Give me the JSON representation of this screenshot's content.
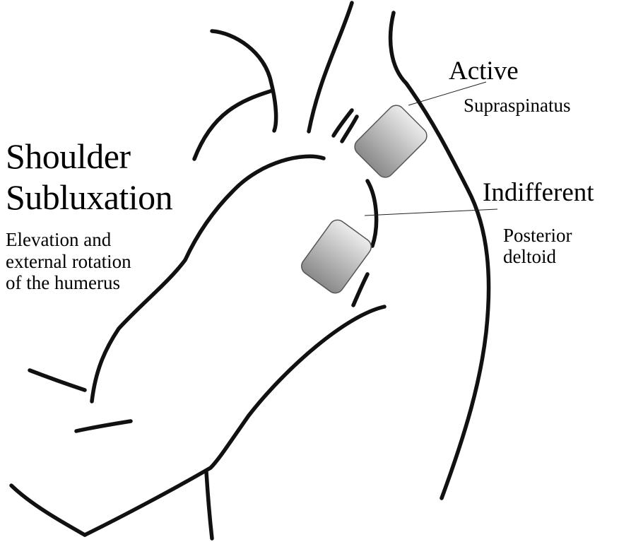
{
  "diagram": {
    "title_line1": "Shoulder",
    "title_line2": "Subluxation",
    "subtitle_lines": [
      "Elevation and",
      "external rotation",
      "of the humerus"
    ],
    "electrodes": [
      {
        "heading": "Active",
        "muscle_lines": [
          "Supraspinatus"
        ]
      },
      {
        "heading": "Indifferent",
        "muscle_lines": [
          "Posterior",
          "deltoid"
        ]
      }
    ]
  },
  "colors": {
    "background": "#ffffff",
    "outline": "#111111",
    "electrode_light": "#ececec",
    "electrode_dark": "#8a8a8a",
    "electrode_border": "#555555"
  }
}
